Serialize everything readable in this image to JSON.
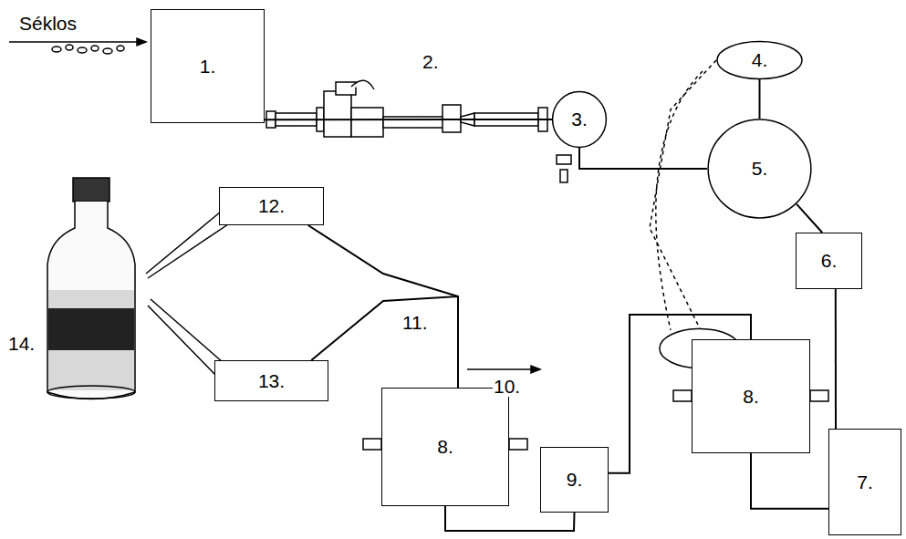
{
  "diagram": {
    "nodes": [
      {
        "text": [
          "1."
        ]
      },
      {
        "text": [
          "3."
        ]
      },
      {
        "text": [
          "4."
        ]
      },
      {
        "text": [
          "5."
        ]
      },
      {
        "text": [
          "4."
        ]
      },
      {
        "text": [
          "6."
        ]
      },
      {
        "text": [
          "7."
        ]
      },
      {
        "text": [
          "8."
        ]
      },
      {
        "text": [
          "9."
        ]
      },
      {
        "text": [
          "8."
        ]
      },
      {
        "text": [
          "12."
        ]
      },
      {
        "text": [
          "13."
        ]
      }
    ],
    "edges": [
      {
        "from": 0,
        "to": 1,
        "arrow": "none"
      },
      {
        "from": 1,
        "to": 3,
        "arrow": "none"
      },
      {
        "from": 3,
        "to": 2,
        "arrow": "none"
      },
      {
        "from": 2,
        "to": 4,
        "arrow": "none"
      },
      {
        "from": 3,
        "to": 5,
        "arrow": "none"
      },
      {
        "from": 5,
        "to": 6,
        "arrow": "none"
      },
      {
        "from": 6,
        "to": 7,
        "arrow": "none"
      },
      {
        "from": 7,
        "to": 8,
        "arrow": "none"
      },
      {
        "from": 8,
        "to": 9,
        "arrow": "none"
      },
      {
        "from": 9,
        "to": 10,
        "arrow": "none"
      },
      {
        "from": 9,
        "to": 11,
        "arrow": "none"
      }
    ],
    "labels": [
      "Séklos",
      "2.",
      "10.",
      "11.",
      "14."
    ]
  }
}
